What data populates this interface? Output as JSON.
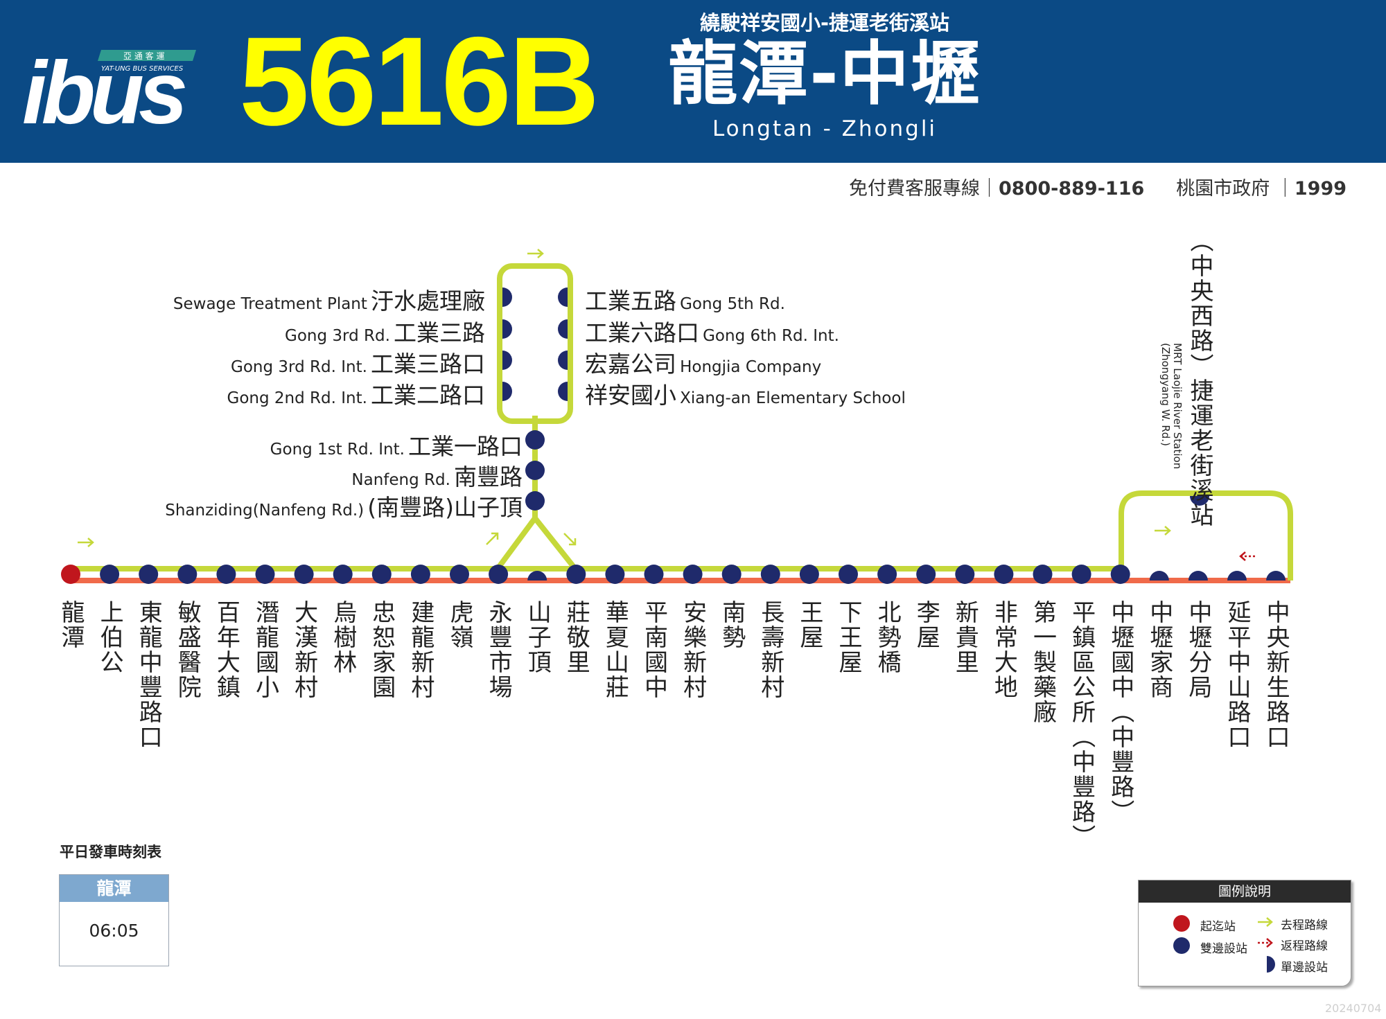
{
  "header": {
    "route_number": "5616B",
    "logo_text": "ibus",
    "logo_company_zh": "亞 通 客 運",
    "logo_company_en": "YAT-UNG BUS SERVICES",
    "subtitle": "繞駛祥安國小-捷運老街溪站",
    "title": "龍潭-中壢",
    "title_en": "Longtan - Zhongli",
    "bg_color": "#0b4a85",
    "number_color": "#ffff00"
  },
  "contact": {
    "service_label": "免付費客服專線",
    "service_phone": "0800-889-116",
    "gov_label": "桃園市政府",
    "gov_phone": "1999"
  },
  "colors": {
    "outbound": "#c5d83a",
    "return": "#f06a4a",
    "terminal": "#c0161d",
    "stop": "#1f2a6b"
  },
  "main_stops": [
    {
      "name": "龍潭",
      "type": "terminal"
    },
    {
      "name": "上伯公",
      "type": "both"
    },
    {
      "name": "東龍中豐路口",
      "type": "both"
    },
    {
      "name": "敏盛醫院",
      "type": "both"
    },
    {
      "name": "百年大鎮",
      "type": "both"
    },
    {
      "name": "潛龍國小",
      "type": "both"
    },
    {
      "name": "大漢新村",
      "type": "both"
    },
    {
      "name": "烏樹林",
      "type": "both"
    },
    {
      "name": "忠恕家園",
      "type": "both"
    },
    {
      "name": "建龍新村",
      "type": "both"
    },
    {
      "name": "虎嶺",
      "type": "both"
    },
    {
      "name": "永豐市場",
      "type": "both"
    },
    {
      "name": "山子頂",
      "type": "return"
    },
    {
      "name": "莊敬里",
      "type": "both"
    },
    {
      "name": "華夏山莊",
      "type": "both"
    },
    {
      "name": "平南國中",
      "type": "both"
    },
    {
      "name": "安樂新村",
      "type": "both"
    },
    {
      "name": "南勢",
      "type": "both"
    },
    {
      "name": "長壽新村",
      "type": "both"
    },
    {
      "name": "王屋",
      "type": "both"
    },
    {
      "name": "下王屋",
      "type": "both"
    },
    {
      "name": "北勢橋",
      "type": "both"
    },
    {
      "name": "李屋",
      "type": "both"
    },
    {
      "name": "新貴里",
      "type": "both"
    },
    {
      "name": "非常大地",
      "type": "both"
    },
    {
      "name": "第一製藥廠",
      "type": "both"
    },
    {
      "name": "平鎮區公所（中豐路）",
      "type": "both"
    },
    {
      "name": "中壢國中（中豐路）",
      "type": "both"
    },
    {
      "name": "中壢家商",
      "type": "return"
    },
    {
      "name": "中壢分局",
      "type": "return"
    },
    {
      "name": "延平中山路口",
      "type": "return"
    },
    {
      "name": "中央新生路口",
      "type": "return"
    }
  ],
  "branch_stem_stops": [
    {
      "zh": "工業一路口",
      "en": "Gong 1st Rd. Int."
    },
    {
      "zh": "南豐路",
      "en": "Nanfeng Rd."
    },
    {
      "zh": "(南豐路)山子頂",
      "en": "Shanziding(Nanfeng Rd.)"
    }
  ],
  "loop_left_stops": [
    {
      "zh": "汙水處理廠",
      "en": "Sewage Treatment Plant"
    },
    {
      "zh": "工業三路",
      "en": "Gong 3rd Rd."
    },
    {
      "zh": "工業三路口",
      "en": "Gong 3rd Rd. Int."
    },
    {
      "zh": "工業二路口",
      "en": "Gong 2nd Rd. Int."
    }
  ],
  "loop_right_stops": [
    {
      "zh": "工業五路",
      "en": "Gong 5th Rd."
    },
    {
      "zh": "工業六路口",
      "en": "Gong 6th Rd. Int."
    },
    {
      "zh": "宏嘉公司",
      "en": "Hongjia Company"
    },
    {
      "zh": "祥安國小",
      "en": "Xiang-an Elementary School"
    }
  ],
  "mrt_stop": {
    "zh": "（中央西路）捷運老街溪站",
    "en1": "MRT Laojie River Station",
    "en2": "(Zhongyang W. Rd.)"
  },
  "schedule": {
    "title": "平日發車時刻表",
    "origin": "龍潭",
    "times": [
      "06:05"
    ]
  },
  "legend": {
    "title": "圖例說明",
    "terminal": "起迄站",
    "both_sides": "雙邊設站",
    "outbound": "去程路線",
    "return": "返程路線",
    "one_side": "單邊設站"
  },
  "version": "20240704"
}
